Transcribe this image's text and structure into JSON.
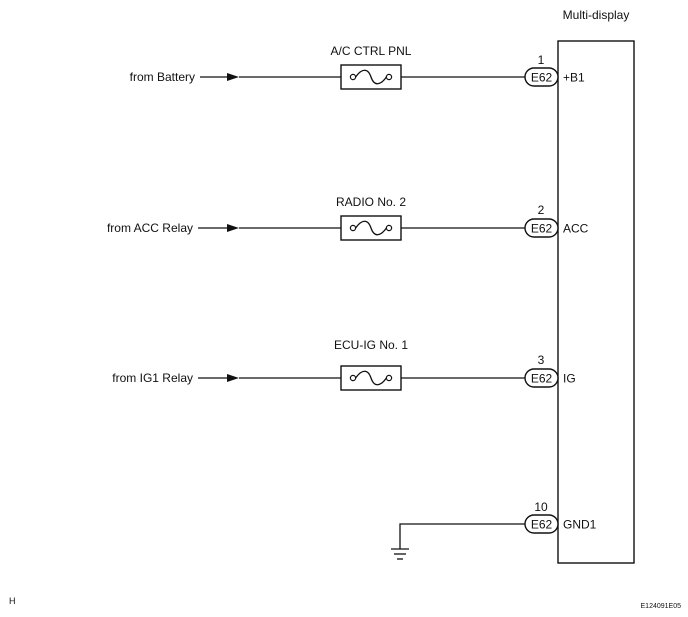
{
  "component": {
    "name": "Multi-display"
  },
  "circuits": [
    {
      "source": "from Battery",
      "fuse": "A/C CTRL PNL",
      "connector": "E62",
      "pin": "1",
      "terminal": "+B1"
    },
    {
      "source": "from ACC Relay",
      "fuse": "RADIO No. 2",
      "connector": "E62",
      "pin": "2",
      "terminal": "ACC"
    },
    {
      "source": "from IG1 Relay",
      "fuse": "ECU-IG No. 1",
      "connector": "E62",
      "pin": "3",
      "terminal": "IG"
    }
  ],
  "ground": {
    "connector": "E62",
    "pin": "10",
    "terminal": "GND1"
  },
  "footer": {
    "left_mark": "H",
    "code": "E124091E05"
  }
}
